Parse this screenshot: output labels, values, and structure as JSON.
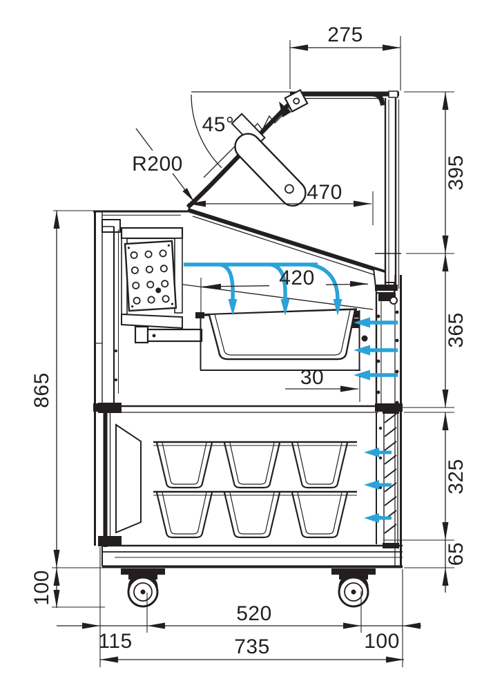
{
  "drawing": {
    "title": "Refrigerated display case - side cross-section with dimensions",
    "units": "mm",
    "colors": {
      "line": "#231f20",
      "airflow": "#29a3da",
      "background": "#ffffff"
    },
    "labels": {
      "top_width": "275",
      "lid_angle": "45°",
      "glass_radius": "R200",
      "upper_depth": "470",
      "display_depth": "420",
      "glass_height": "395",
      "well_section_height": "365",
      "rear_gap": "30",
      "body_height": "865",
      "lower_section_height": "325",
      "base_height": "65",
      "caster_height": "100",
      "rear_overhang": "115",
      "wheelbase": "520",
      "front_overhang": "100",
      "total_depth": "735"
    }
  }
}
